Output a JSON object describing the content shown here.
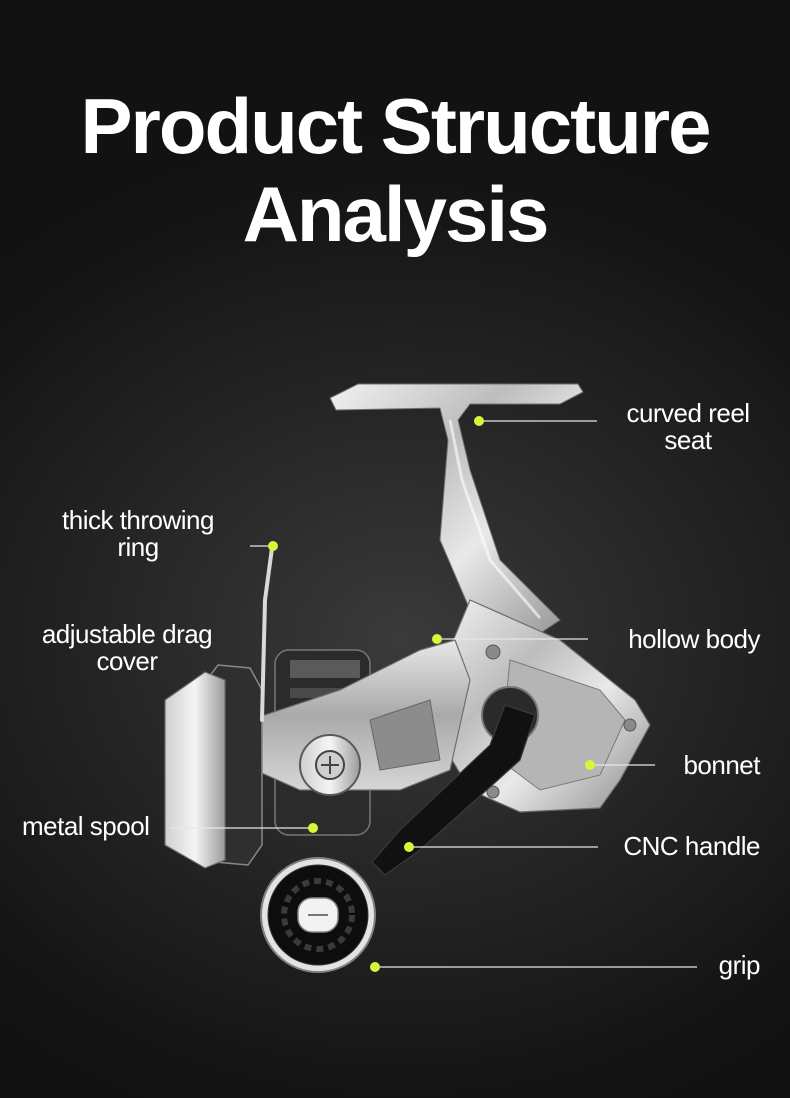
{
  "title": {
    "line1": "Product Structure",
    "line2": "Analysis"
  },
  "callouts": {
    "curved_reel_seat": {
      "line1": "curved reel",
      "line2": "seat"
    },
    "thick_throwing_ring": {
      "line1": "thick throwing",
      "line2": "ring"
    },
    "adjustable_drag_cover": {
      "line1": "adjustable drag",
      "line2": "cover"
    },
    "hollow_body": {
      "line1": "hollow body"
    },
    "bonnet": {
      "line1": "bonnet"
    },
    "metal_spool": {
      "line1": "metal spool"
    },
    "cnc_handle": {
      "line1": "CNC handle"
    },
    "grip": {
      "line1": "grip"
    }
  },
  "colors": {
    "background": "#1b1b1b",
    "text": "#ffffff",
    "marker": "#d8f53a",
    "leader_line": "#e6e6e6",
    "reel_silver": "#c9c9c9",
    "handle_black": "#0d0d0d"
  }
}
